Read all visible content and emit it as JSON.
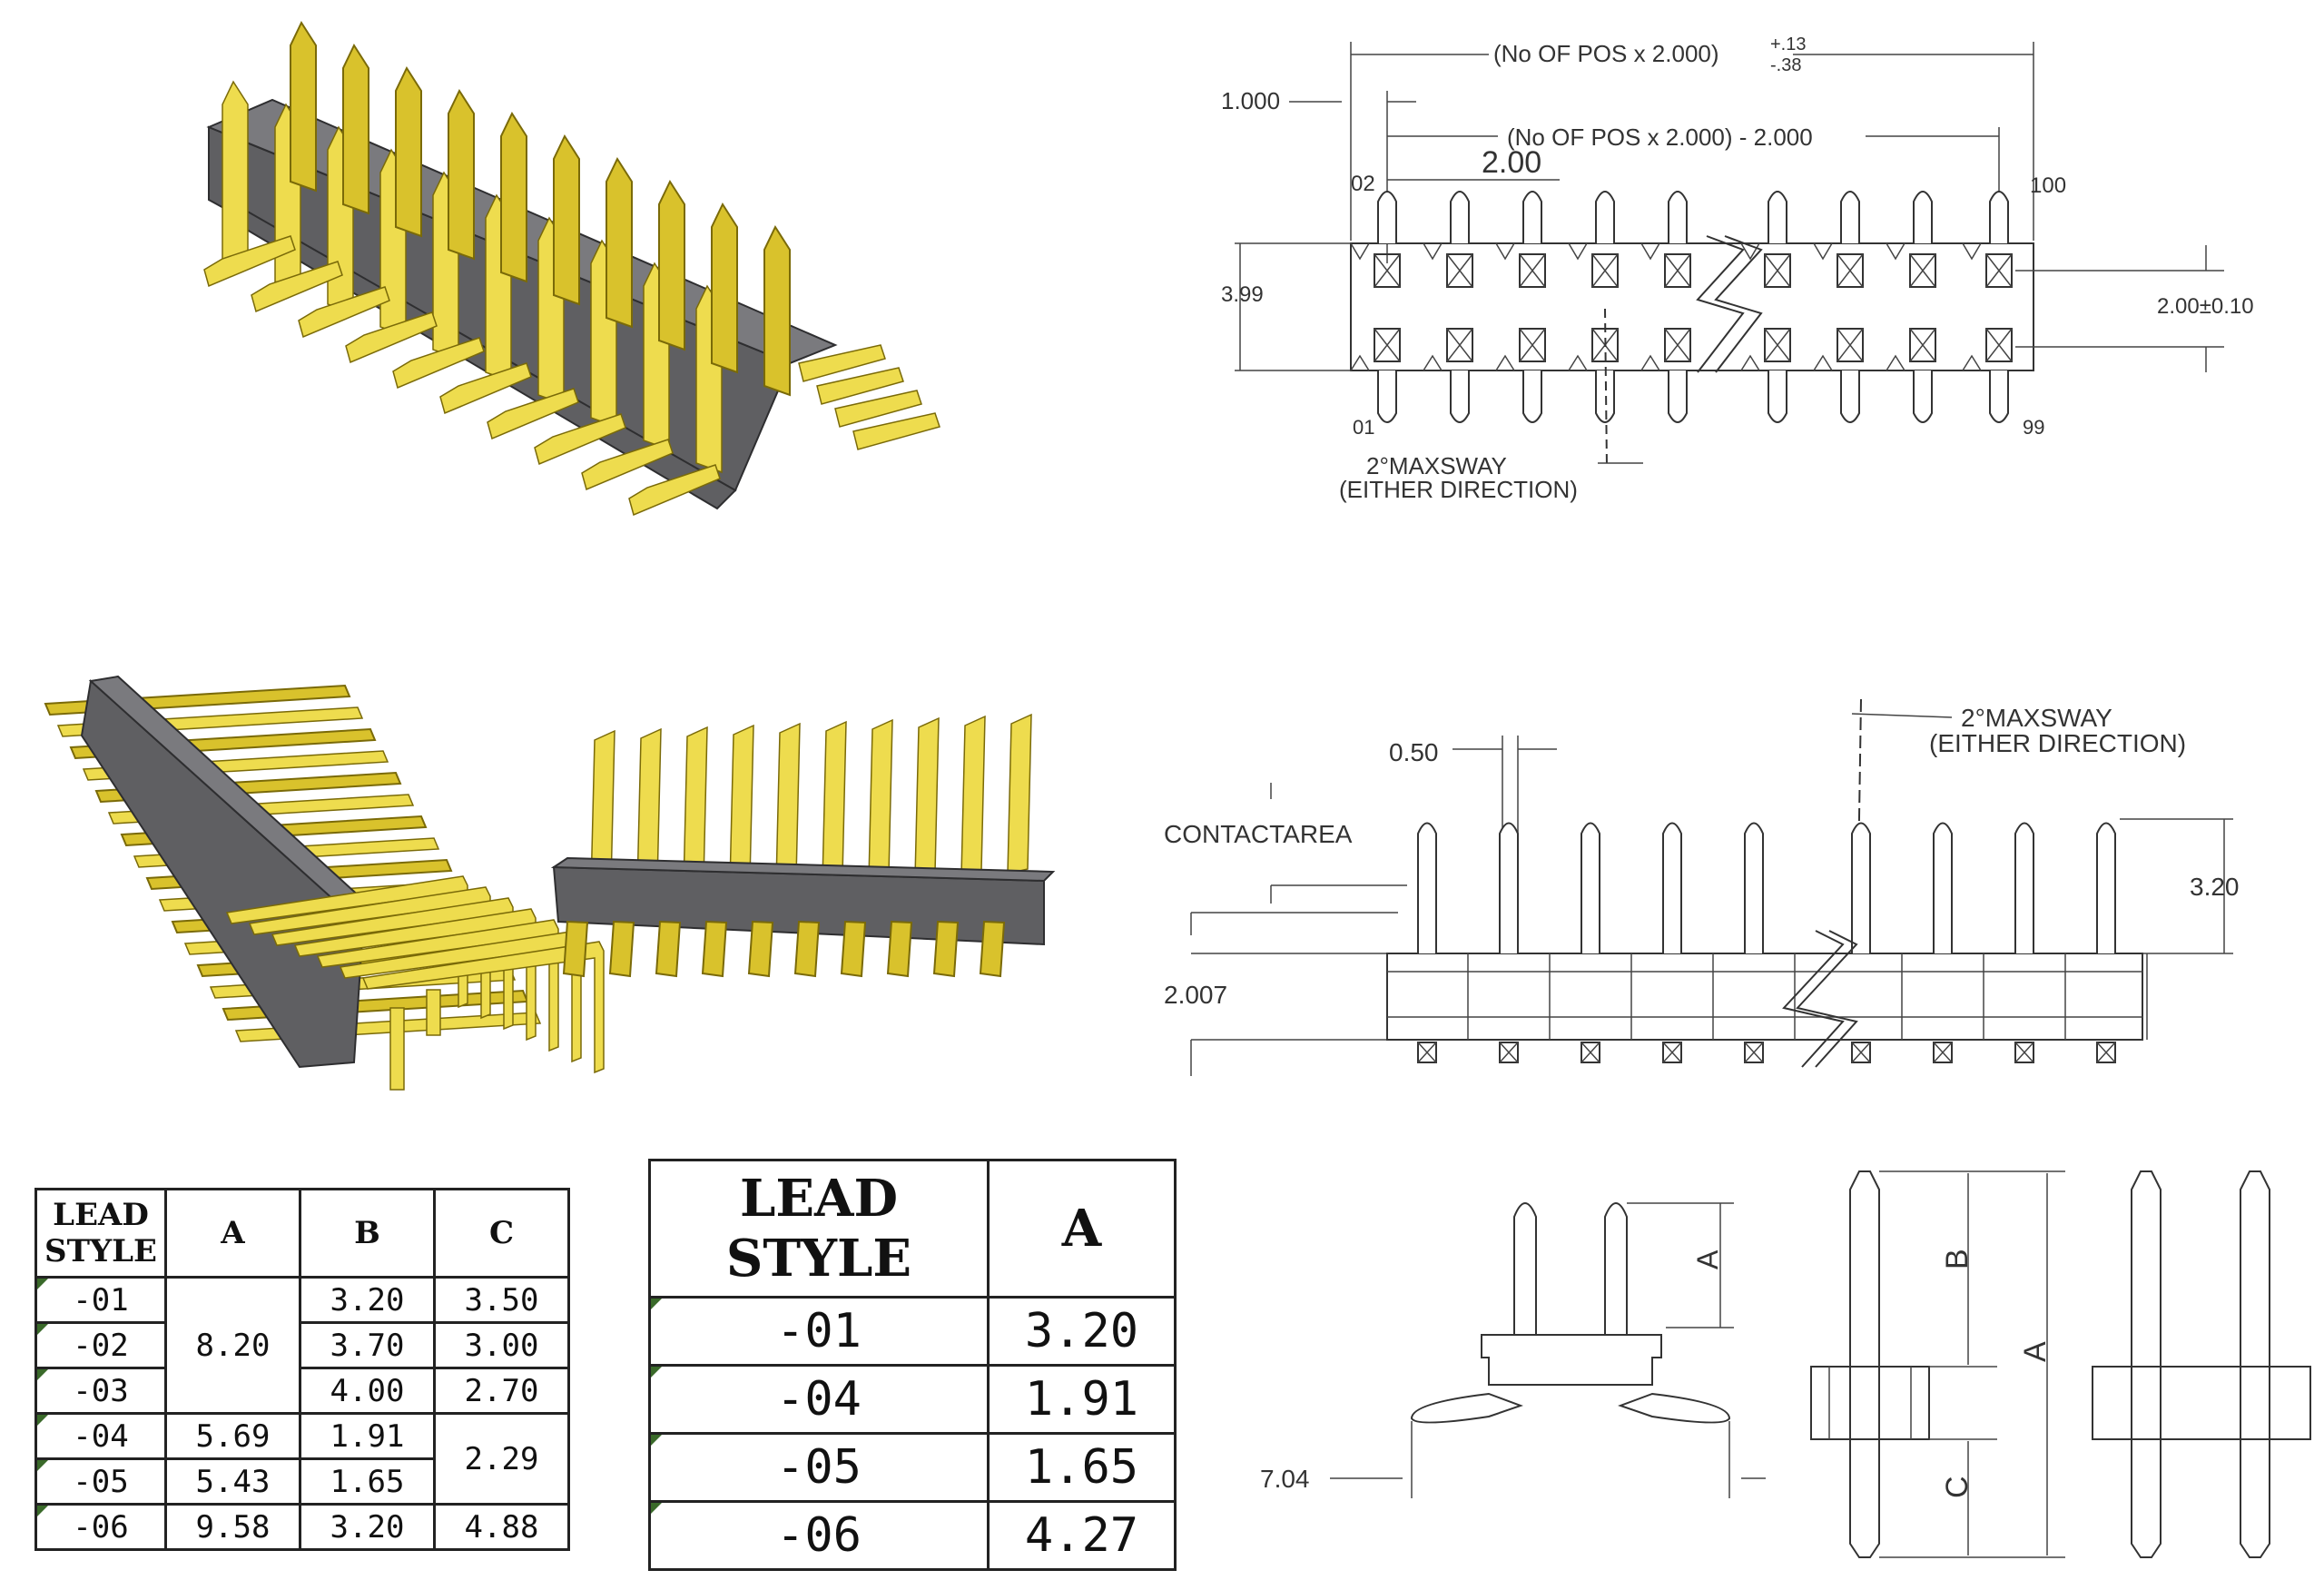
{
  "top_view": {
    "overall_length": "(No OF POS x 2.000)",
    "overall_tol_plus": "+.13",
    "overall_tol_minus": "-.38",
    "edge_offset": "1.000",
    "pitch_span": "(No OF POS x 2.000) - 2.000",
    "pitch": "2.00",
    "pos_02": "02",
    "pos_100": "100",
    "pos_01": "01",
    "pos_99": "99",
    "body_width": "3.99",
    "row_pitch": "2.00±0.10",
    "sway_line1": "2°MAXSWAY",
    "sway_line2": "(EITHER DIRECTION)"
  },
  "side_view": {
    "pin_width": "0.50",
    "sway_line1": "2°MAXSWAY",
    "sway_line2": "(EITHER DIRECTION)",
    "contact_area": "CONTACTAREA",
    "contact_length": "3.20",
    "body_height": "2.007"
  },
  "end_views": {
    "tail_span": "7.04",
    "label_a": "A",
    "label_b": "B",
    "label_c": "C"
  },
  "table_1": {
    "headers": [
      "LEAD STYLE",
      "A",
      "B",
      "C"
    ],
    "rows": [
      {
        "style": "-01",
        "b": "3.20",
        "c": "3.50"
      },
      {
        "style": "-02",
        "b": "3.70",
        "c": "3.00"
      },
      {
        "style": "-03",
        "b": "4.00",
        "c": "2.70"
      },
      {
        "style": "-04",
        "a": "5.69",
        "b": "1.91"
      },
      {
        "style": "-05",
        "a": "5.43",
        "b": "1.65"
      },
      {
        "style": "-06",
        "a": "9.58",
        "b": "3.20",
        "c": "4.88"
      }
    ],
    "a_merged_01_03": "8.20",
    "c_merged_04_05": "2.29"
  },
  "table_2": {
    "headers": [
      "LEAD STYLE",
      "A"
    ],
    "rows": [
      {
        "style": "-01",
        "a": "3.20"
      },
      {
        "style": "-04",
        "a": "1.91"
      },
      {
        "style": "-05",
        "a": "1.65"
      },
      {
        "style": "-06",
        "a": "4.27"
      }
    ]
  },
  "colors": {
    "pin_gold": "#d9c22c",
    "housing_gray": "#5f5f62",
    "line": "#333333"
  }
}
